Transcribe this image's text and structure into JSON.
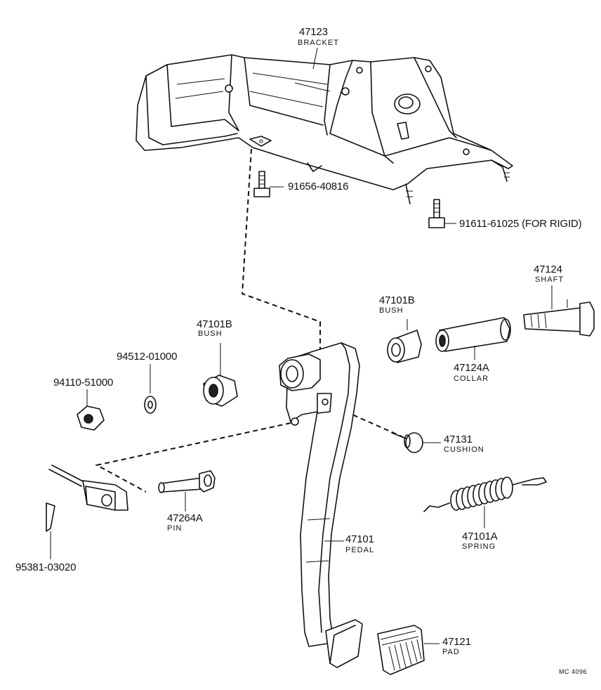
{
  "parts": [
    {
      "id": "bracket",
      "number": "47123",
      "name": "BRACKET"
    },
    {
      "id": "bolt-a",
      "number": "91656-40816"
    },
    {
      "id": "bolt-b",
      "number": "91611-61025 (FOR RIGID)"
    },
    {
      "id": "shaft",
      "number": "47124",
      "name": "SHAFT"
    },
    {
      "id": "bush-right",
      "number": "47101B",
      "name": "BUSH"
    },
    {
      "id": "collar",
      "number": "47124A",
      "name": "COLLAR"
    },
    {
      "id": "bush-left",
      "number": "47101B",
      "name": "BUSH"
    },
    {
      "id": "washer",
      "number": "94512-01000"
    },
    {
      "id": "nut",
      "number": "94110-51000"
    },
    {
      "id": "cushion",
      "number": "47131",
      "name": "CUSHION"
    },
    {
      "id": "spring",
      "number": "47101A",
      "name": "SPRING"
    },
    {
      "id": "pin",
      "number": "47264A",
      "name": "PIN"
    },
    {
      "id": "cotter-pin",
      "number": "95381-03020"
    },
    {
      "id": "pedal",
      "number": "47101",
      "name": "PEDAL"
    },
    {
      "id": "pad",
      "number": "47121",
      "name": "PAD"
    }
  ],
  "footer": {
    "code": "MC 4096"
  }
}
